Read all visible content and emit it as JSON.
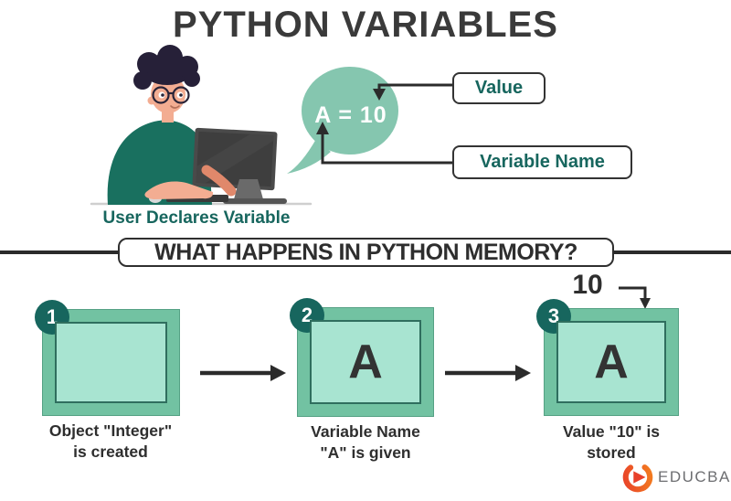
{
  "title": "PYTHON VARIABLES",
  "illustration": {
    "bubble_text": "A = 10",
    "caption": "User Declares Variable"
  },
  "callouts": {
    "value": "Value",
    "variable_name": "Variable Name"
  },
  "banner": "WHAT HAPPENS IN PYTHON MEMORY?",
  "steps": [
    {
      "number": "1",
      "content": "",
      "caption_line1": "Object \"Integer\"",
      "caption_line2": "is created"
    },
    {
      "number": "2",
      "content": "A",
      "caption_line1": "Variable Name",
      "caption_line2": "\"A\" is given"
    },
    {
      "number": "3",
      "content": "A",
      "annotation": "10",
      "caption_line1": "Value \"10\" is",
      "caption_line2": "stored"
    }
  ],
  "logo": {
    "text": "EDUCBA"
  },
  "colors": {
    "teal_dark": "#17665e",
    "bubble_green": "#85c6af",
    "box_outer_green": "#72c2a2",
    "box_inner_mint": "#a8e4d1",
    "line_dark": "#2b2b2b",
    "title_gray": "#3a3a3a",
    "logo_red": "#e8402a",
    "logo_orange": "#f4801f",
    "logo_text_gray": "#6d6e71"
  }
}
